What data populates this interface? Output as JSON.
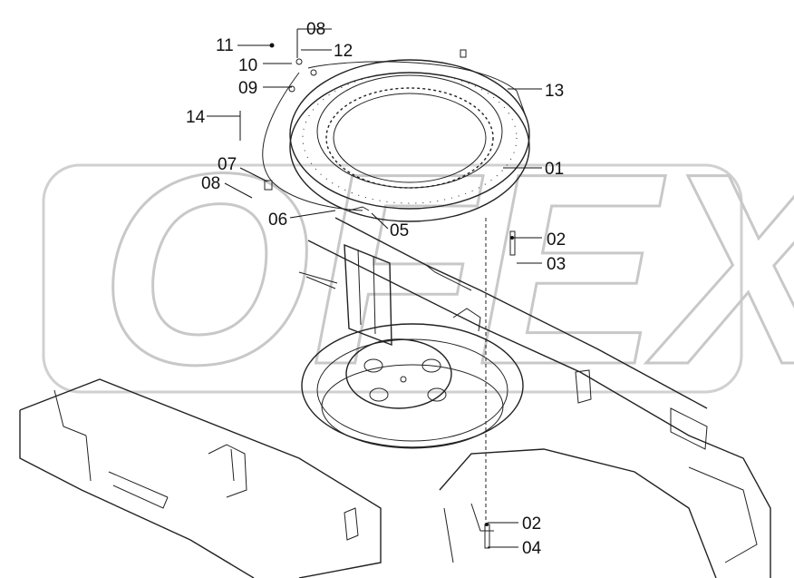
{
  "watermark": {
    "text": "OFEX"
  },
  "callouts": {
    "c01": "01",
    "c02a": "02",
    "c02b": "02",
    "c03": "03",
    "c04": "04",
    "c05": "05",
    "c06": "06",
    "c07": "07",
    "c08a": "08",
    "c08b": "08",
    "c09": "09",
    "c10": "10",
    "c11": "11",
    "c12": "12",
    "c13": "13",
    "c14": "14"
  }
}
